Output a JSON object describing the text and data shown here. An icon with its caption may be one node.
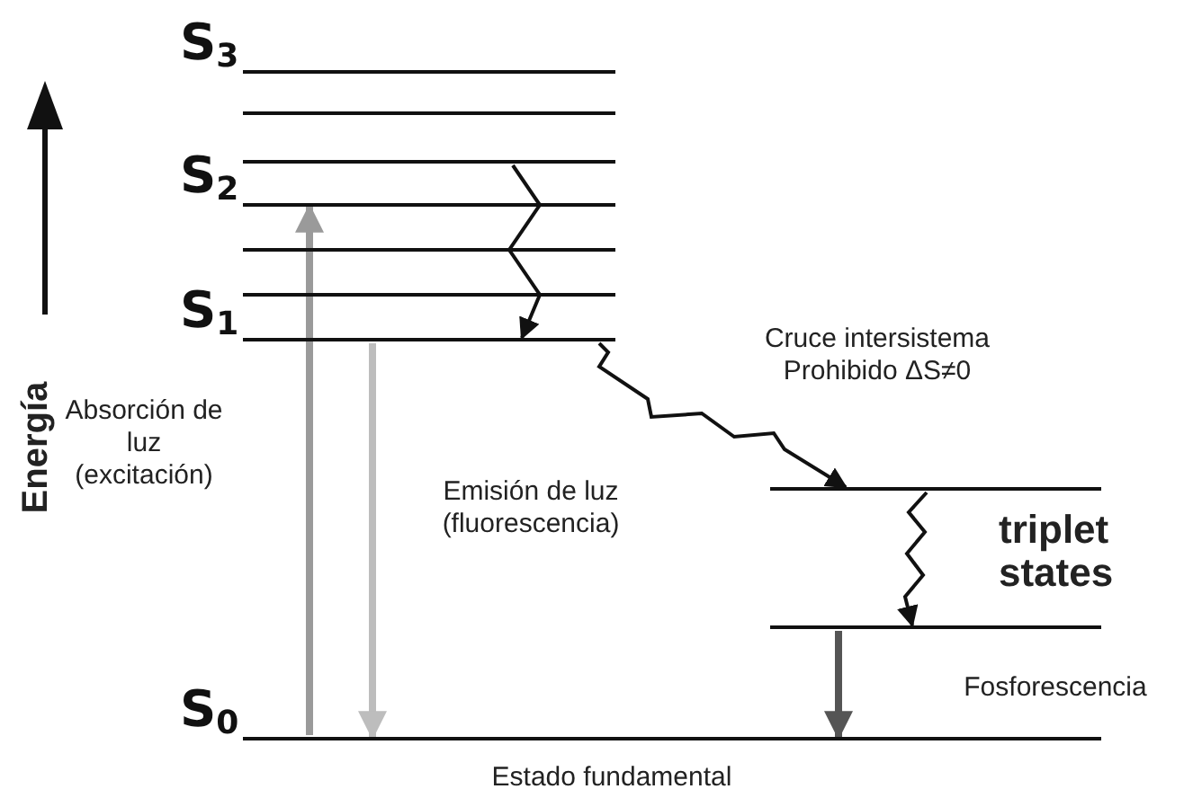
{
  "diagram": {
    "nodes": [
      {
        "text": [
          "S$_{3}$"
        ]
      },
      {
        "text": [],
        "shape": "bar"
      },
      {
        "text": [],
        "shape": "bar"
      },
      {
        "text": [
          "S$_{2}$"
        ]
      },
      {
        "text": [],
        "shape": "bar"
      },
      {
        "text": [],
        "shape": "bar"
      },
      {
        "text": [
          "S$_{1}$"
        ]
      },
      {
        "text": [],
        "shape": "bar"
      },
      {
        "text": [],
        "shape": "bar"
      },
      {
        "text": [
          "S$_{0}$"
        ],
        "beside": [
          "Estado fundamental"
        ]
      }
    ],
    "edges": [
      {
        "from": 9,
        "to": 3,
        "arrow": "to",
        "label": "Absorción de luz (excitación)",
        "style": "thick",
        "color": "#9a9a9a"
      },
      {
        "from": 2,
        "to": 6,
        "arrow": "to"
      },
      {
        "from": 6,
        "to": 9,
        "arrow": "to",
        "label": "Emisión de luz (fluorescencia)",
        "style": "thick",
        "color": "#bdbdbd"
      },
      {
        "from": 6,
        "to": 7,
        "arrow": "to",
        "label": "Cruce intersistema Prohibido ΔS≠0"
      },
      {
        "from": 7,
        "to": 8,
        "arrow": "to"
      },
      {
        "from": 8,
        "to": 9,
        "arrow": "to",
        "label": "Fosforescencia",
        "style": "thick",
        "color": "#555555"
      }
    ],
    "labels": [
      "Energía",
      "triplet states"
    ]
  }
}
